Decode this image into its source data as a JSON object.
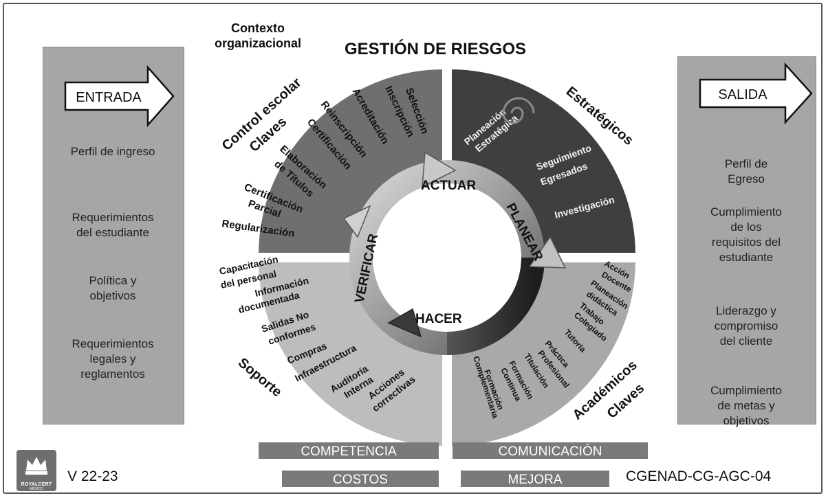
{
  "header": {
    "context": "Contexto\norganizacional",
    "title": "GESTIÓN DE RIESGOS"
  },
  "entrada": {
    "label": "ENTRADA",
    "items": [
      "Perfil de ingreso",
      "Requerimientos\ndel estudiante",
      "Política y\nobjetivos",
      "Requerimientos\nlegales y\nreglamentos"
    ]
  },
  "salida": {
    "label": "SALIDA",
    "items": [
      "Perfil de\nEgreso",
      "Cumplimiento\nde los\nrequisitos del\nestudiante",
      "Liderazgo y\ncompromiso\ndel cliente",
      "Cumplimiento\nde metas y\nobjetivos"
    ]
  },
  "quadrants": {
    "control": {
      "title": "Control escolar",
      "subtitle": "Claves",
      "items": [
        "Selección",
        "Inscripción",
        "Acreditación",
        "Reinscripción",
        "Certificación",
        "Elaboración",
        "de Títulos",
        "Certificación",
        "Parcial",
        "Regularización"
      ]
    },
    "estrategicos": {
      "title": "Estratégicos",
      "items": [
        "Planeación",
        "Estratégica",
        "Seguimiento",
        "Egresados",
        "Investigación"
      ]
    },
    "academicos": {
      "title": "Académicos",
      "subtitle": "Claves",
      "items": [
        "Acción",
        "Docente",
        "Planeación",
        "didáctica",
        "Trabajo",
        "Colegiado",
        "Tutoría",
        "Práctica",
        "Profesional",
        "Titulación",
        "Formación",
        "Continua",
        "Formación",
        "Complementaria"
      ]
    },
    "soporte": {
      "title": "Soporte",
      "items": [
        "Capacitación",
        "del personal",
        "Información",
        "documentada",
        "Salidas No",
        "conformes",
        "Compras",
        "Infraestructura",
        "Auditoría",
        "Interna",
        "Acciones",
        "correctivas"
      ]
    }
  },
  "cycle": {
    "actuar": "ACTUAR",
    "planear": "PLANEAR",
    "hacer": "HACER",
    "verificar": "VERIFICAR"
  },
  "bottom": {
    "competencia": "COMPETENCIA",
    "comunicacion": "COMUNICACIÓN",
    "costos": "COSTOS",
    "mejora": "MEJORA"
  },
  "footer": {
    "version": "V 22-23",
    "code": "CGENAD-CG-AGC-04",
    "logo_text": "ROYALCERT",
    "logo_sub": "MÉXICO"
  },
  "colors": {
    "panel": "#a6a6a6",
    "control_quadrant": "#6f6f6f",
    "estrategicos_quadrant": "#3f3f3f",
    "academicos_quadrant": "#a9a9a9",
    "soporte_quadrant": "#bdbdbd",
    "bottom_bar": "#7a7a7a"
  }
}
